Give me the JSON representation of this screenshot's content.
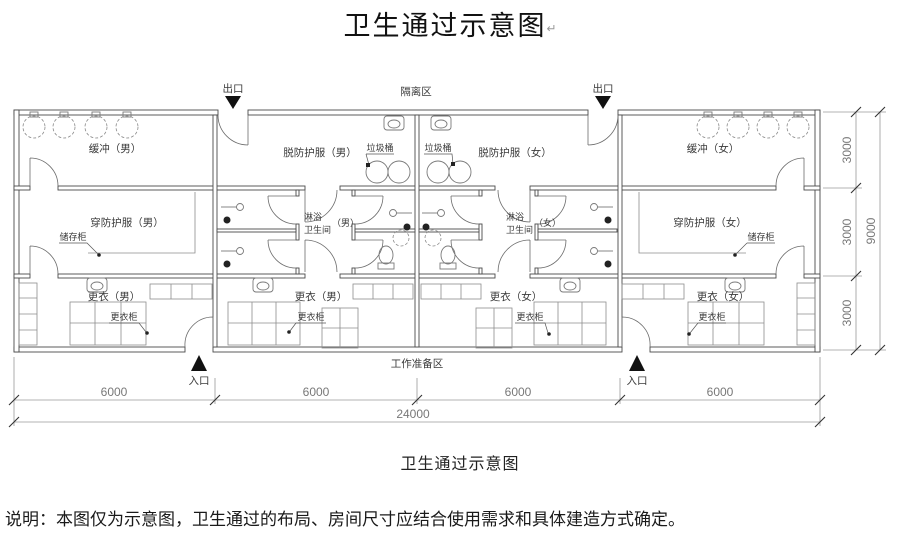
{
  "title": "卫生通过示意图",
  "title_mark": "↵",
  "caption": "卫生通过示意图",
  "note": "说明：本图仅为示意图，卫生通过的布局、房间尺寸应结合使用需求和具体建造方式确定。",
  "zones": {
    "isolation": "隔离区",
    "work_prep": "工作准备区"
  },
  "doors": {
    "exit": "出口",
    "entrance": "入口"
  },
  "rooms": {
    "buffer_m": "缓冲（男）",
    "buffer_f": "缓冲（女）",
    "doff_m": "脱防护服（男）",
    "doff_f": "脱防护服（女）",
    "don_m": "穿防护服（男）",
    "don_f": "穿防护服（女）",
    "change_m": "更衣（男）",
    "change_f": "更衣（女）",
    "shower_l1": "淋浴",
    "shower_l2": "卫生间",
    "suffix_m": "（男）",
    "suffix_f": "（女）"
  },
  "fixtures": {
    "storage_cabinet": "储存柜",
    "locker": "更衣柜",
    "trash_bin": "垃圾桶"
  },
  "dimensions": {
    "bottom_segments": [
      "6000",
      "6000",
      "6000",
      "6000"
    ],
    "bottom_total": "24000",
    "right_segments": [
      "3000",
      "3000",
      "3000"
    ],
    "right_total": "9000"
  },
  "colors": {
    "wall_line": "#4a4a4a",
    "text": "#3b3b3b",
    "arrow": "#111111"
  }
}
